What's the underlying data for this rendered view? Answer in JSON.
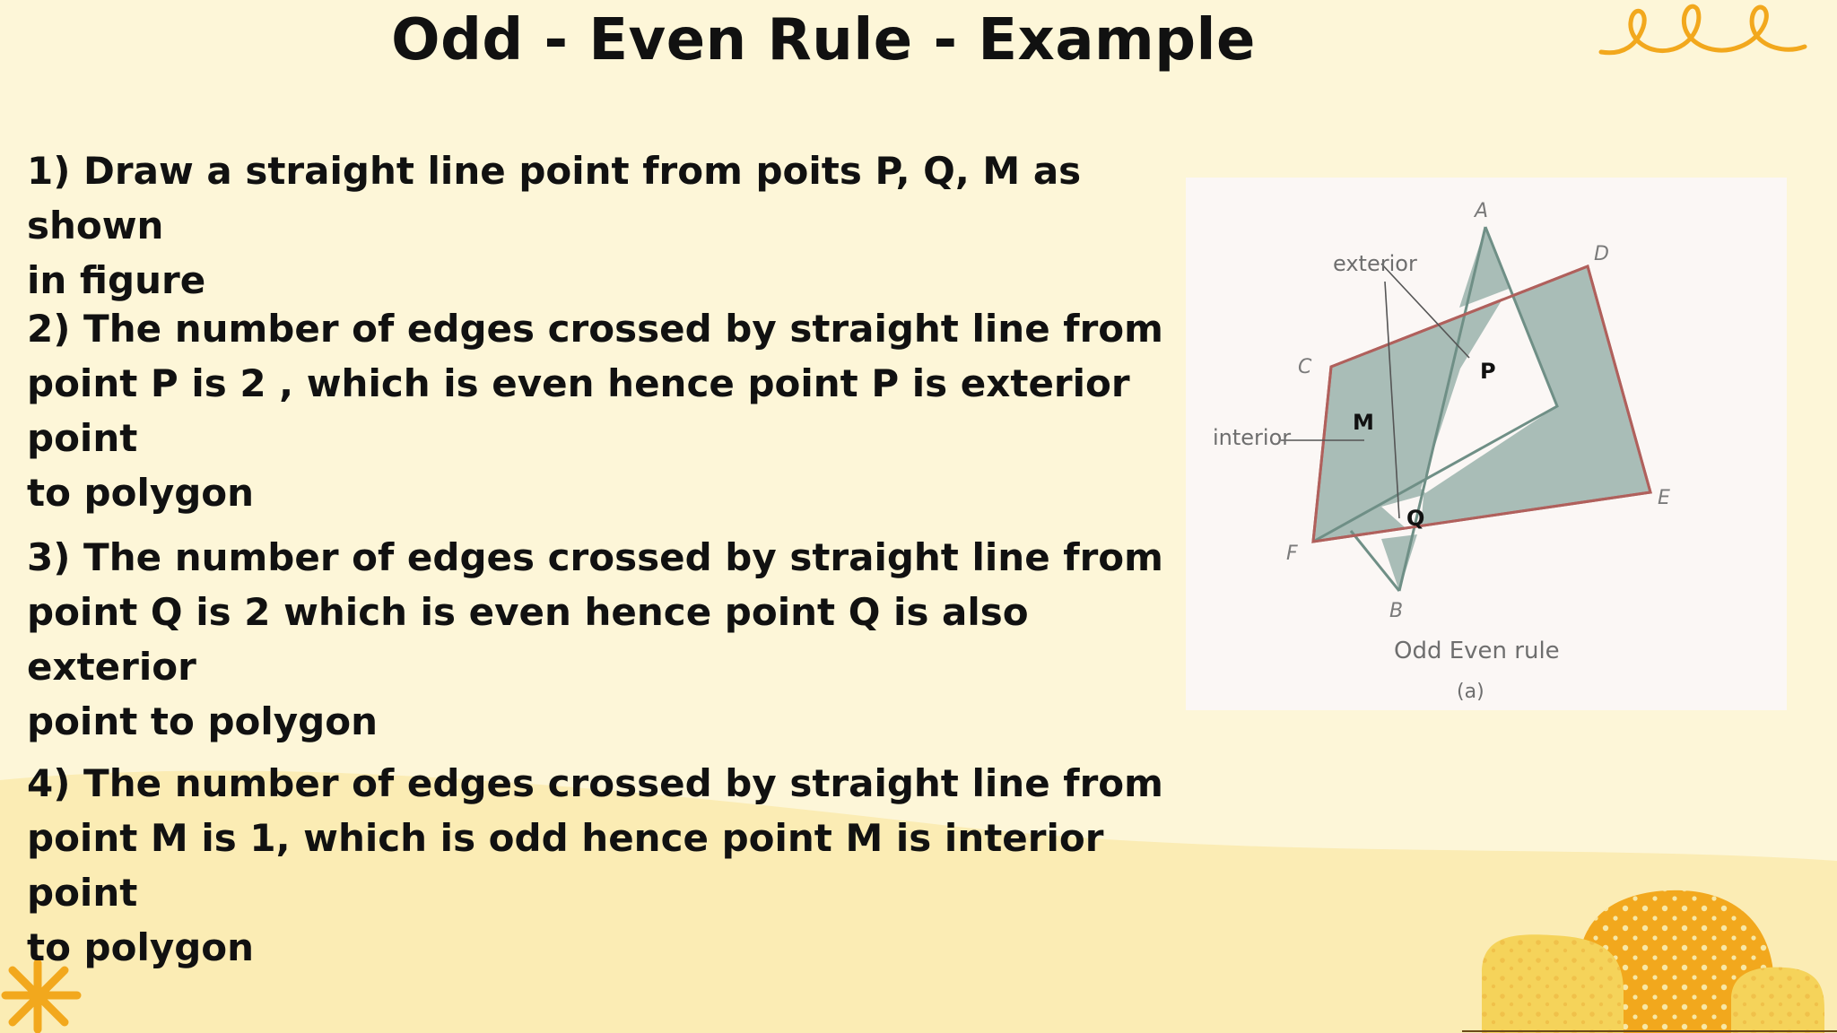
{
  "slide": {
    "title": "Odd - Even Rule  - Example",
    "steps": [
      "1) Draw a straight line point from poits P, Q, M as shown\n in figure",
      "2) The number of edges crossed by straight line from\npoint P is 2 , which is even hence point P is exterior point\nto polygon",
      "3) The number of edges crossed by straight line from\npoint Q is 2 which is even hence point Q is also exterior\npoint to polygon",
      "4) The number of edges crossed by straight line from\npoint M is 1, which is odd hence point M is interior point\nto polygon"
    ]
  },
  "figure": {
    "vertices": {
      "A": "A",
      "B": "B",
      "C": "C",
      "D": "D",
      "E": "E",
      "F": "F"
    },
    "points": {
      "P": "P",
      "Q": "Q",
      "M": "M"
    },
    "label_exterior": "exterior",
    "label_interior": "interior",
    "caption": "Odd Even rule",
    "sub_caption": "(a)"
  },
  "colors": {
    "background": "#fdf6d8",
    "wave": "#fbecb4",
    "polygon_fill": "#a9bdb7",
    "polygon_edge": "#b0605c",
    "accent_orange": "#f2a81d",
    "accent_yellow": "#f5d35a"
  },
  "decorations": {
    "top_right": "scribble-loops",
    "bottom_left": "asterisk-star",
    "bottom_right": "dotted-bushes"
  }
}
